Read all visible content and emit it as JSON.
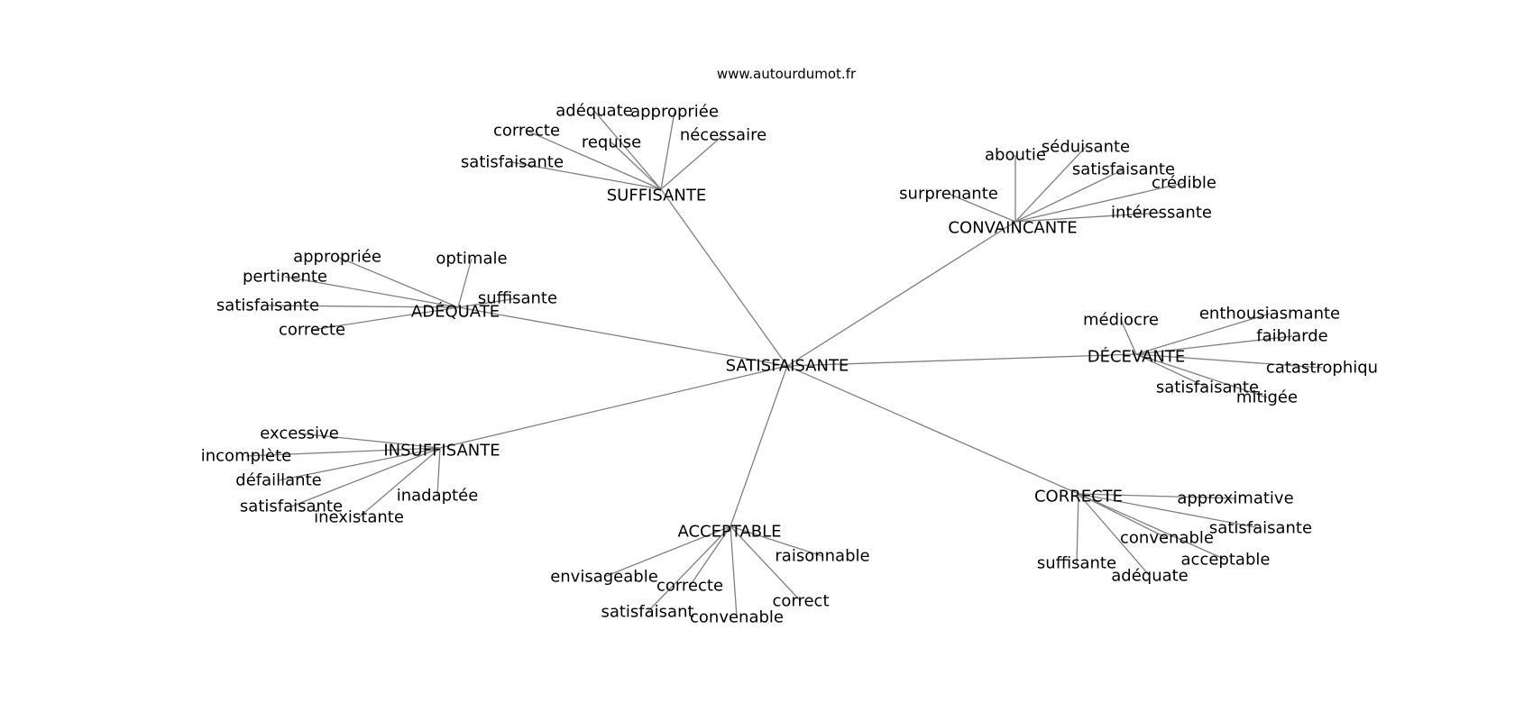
{
  "source_text": "www.autourdumot.fr",
  "center": "SATISFAISANTE",
  "clusters": [
    {
      "label": "SUFFISANTE",
      "children": [
        "adéquate",
        "appropriée",
        "correcte",
        "requise",
        "nécessaire",
        "satisfaisante"
      ]
    },
    {
      "label": "CONVAINCANTE",
      "children": [
        "aboutie",
        "séduisante",
        "satisfaisante",
        "crédible",
        "surprenante",
        "intéressante"
      ]
    },
    {
      "label": "ADÉQUATE",
      "children": [
        "appropriée",
        "optimale",
        "pertinente",
        "suffisante",
        "satisfaisante",
        "correcte"
      ]
    },
    {
      "label": "DÉCEVANTE",
      "children": [
        "médiocre",
        "enthousiasmante",
        "faiblarde",
        "catastrophiqu",
        "satisfaisante",
        "mitigée"
      ]
    },
    {
      "label": "INSUFFISANTE",
      "children": [
        "excessive",
        "incomplète",
        "défaillante",
        "satisfaisante",
        "inadaptée",
        "inexistante"
      ]
    },
    {
      "label": "ACCEPTABLE",
      "children": [
        "raisonnable",
        "envisageable",
        "correcte",
        "correct",
        "satisfaisant",
        "convenable"
      ]
    },
    {
      "label": "CORRECTE",
      "children": [
        "approximative",
        "satisfaisante",
        "convenable",
        "acceptable",
        "suffisante",
        "adéquate"
      ]
    }
  ]
}
